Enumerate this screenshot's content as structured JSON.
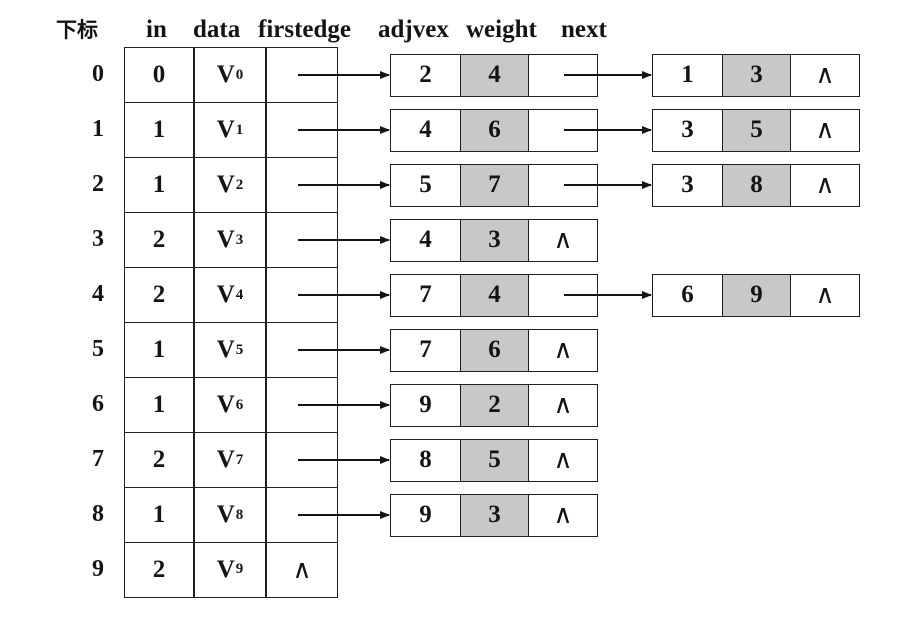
{
  "headers": {
    "index": "下标",
    "in": "in",
    "data": "data",
    "firstedge": "firstedge",
    "adjvex": "adjvex",
    "weight": "weight",
    "next": "next"
  },
  "null_symbol": "∧",
  "vertices": [
    {
      "index": "0",
      "in": "0",
      "name": "V",
      "sub": "0",
      "edges": [
        {
          "adjvex": "2",
          "weight": "4"
        },
        {
          "adjvex": "1",
          "weight": "3"
        }
      ]
    },
    {
      "index": "1",
      "in": "1",
      "name": "V",
      "sub": "1",
      "edges": [
        {
          "adjvex": "4",
          "weight": "6"
        },
        {
          "adjvex": "3",
          "weight": "5"
        }
      ]
    },
    {
      "index": "2",
      "in": "1",
      "name": "V",
      "sub": "2",
      "edges": [
        {
          "adjvex": "5",
          "weight": "7"
        },
        {
          "adjvex": "3",
          "weight": "8"
        }
      ]
    },
    {
      "index": "3",
      "in": "2",
      "name": "V",
      "sub": "3",
      "edges": [
        {
          "adjvex": "4",
          "weight": "3"
        }
      ]
    },
    {
      "index": "4",
      "in": "2",
      "name": "V",
      "sub": "4",
      "edges": [
        {
          "adjvex": "7",
          "weight": "4"
        },
        {
          "adjvex": "6",
          "weight": "9"
        }
      ]
    },
    {
      "index": "5",
      "in": "1",
      "name": "V",
      "sub": "5",
      "edges": [
        {
          "adjvex": "7",
          "weight": "6"
        }
      ]
    },
    {
      "index": "6",
      "in": "1",
      "name": "V",
      "sub": "6",
      "edges": [
        {
          "adjvex": "9",
          "weight": "2"
        }
      ]
    },
    {
      "index": "7",
      "in": "2",
      "name": "V",
      "sub": "7",
      "edges": [
        {
          "adjvex": "8",
          "weight": "5"
        }
      ]
    },
    {
      "index": "8",
      "in": "1",
      "name": "V",
      "sub": "8",
      "edges": [
        {
          "adjvex": "9",
          "weight": "3"
        }
      ]
    },
    {
      "index": "9",
      "in": "2",
      "name": "V",
      "sub": "9",
      "edges": []
    }
  ]
}
